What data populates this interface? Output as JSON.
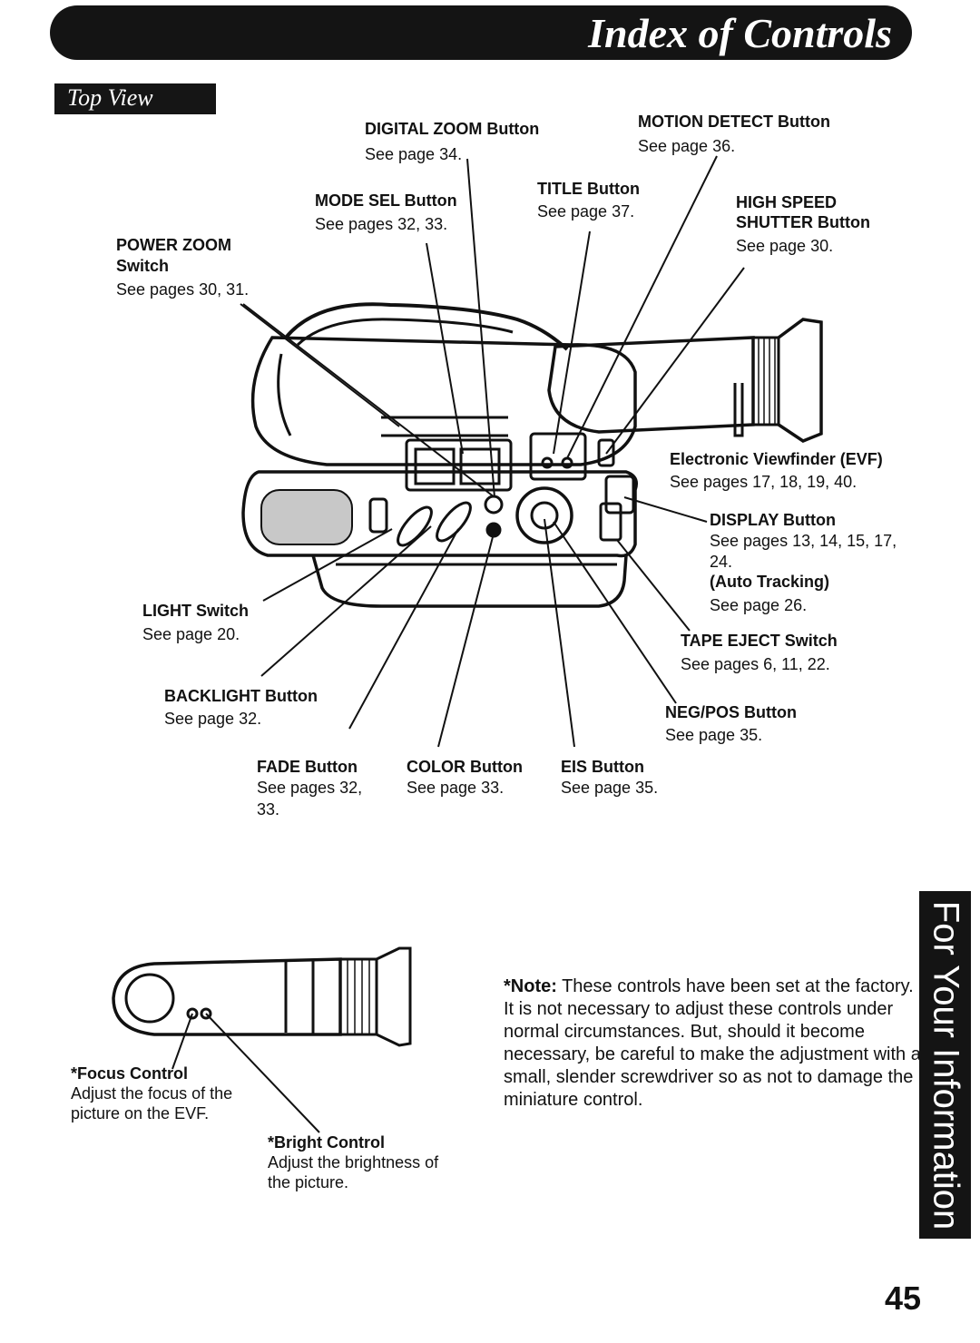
{
  "header": {
    "title": "Index of Controls"
  },
  "section": {
    "title": "Top View"
  },
  "callouts": {
    "digital_zoom": {
      "label": "DIGITAL ZOOM Button",
      "page": "See page 34."
    },
    "motion_detect": {
      "label": "MOTION DETECT Button",
      "page": "See page 36."
    },
    "title_button": {
      "label": "TITLE Button",
      "page": "See page 37."
    },
    "mode_sel": {
      "label": "MODE SEL Button",
      "page": "See pages 32, 33."
    },
    "high_speed": {
      "label_line1": "HIGH SPEED",
      "label_line2": "SHUTTER Button",
      "page": "See page 30."
    },
    "power_zoom": {
      "label_line1": "POWER ZOOM",
      "label_line2": "Switch",
      "page": "See pages 30, 31."
    },
    "evf": {
      "label": "Electronic Viewfinder (EVF)",
      "page": "See pages 17, 18, 19, 40."
    },
    "display": {
      "label": "DISPLAY Button",
      "page_line1": "See pages 13, 14, 15, 17,",
      "page_line2": "24.",
      "sub_label": "(Auto Tracking)",
      "sub_page": "See page 26."
    },
    "light": {
      "label": "LIGHT Switch",
      "page": "See page 20."
    },
    "tape_eject": {
      "label": "TAPE EJECT Switch",
      "page": "See pages 6, 11, 22."
    },
    "backlight": {
      "label": "BACKLIGHT Button",
      "page": "See page 32."
    },
    "neg_pos": {
      "label": "NEG/POS Button",
      "page": "See page 35."
    },
    "fade": {
      "label": "FADE Button",
      "page_line1": "See pages 32,",
      "page_line2": "33."
    },
    "color": {
      "label": "COLOR Button",
      "page": "See page 33."
    },
    "eis": {
      "label": "EIS Button",
      "page": "See page 35."
    }
  },
  "evf_controls": {
    "focus": {
      "label": "*Focus Control",
      "desc_line1": "Adjust the focus of the",
      "desc_line2": "picture on the EVF."
    },
    "bright": {
      "label": "*Bright Control",
      "desc_line1": "Adjust the brightness of",
      "desc_line2": "the picture."
    }
  },
  "note": {
    "lead": "*Note:",
    "text": "These controls have been set at the factory. It is not necessary to adjust these controls under normal circumstances. But, should it become necessary, be careful to make the adjustment with a small, slender screwdriver so as not to damage the miniature control."
  },
  "side_tab": "For Your Information",
  "page_number": "45"
}
